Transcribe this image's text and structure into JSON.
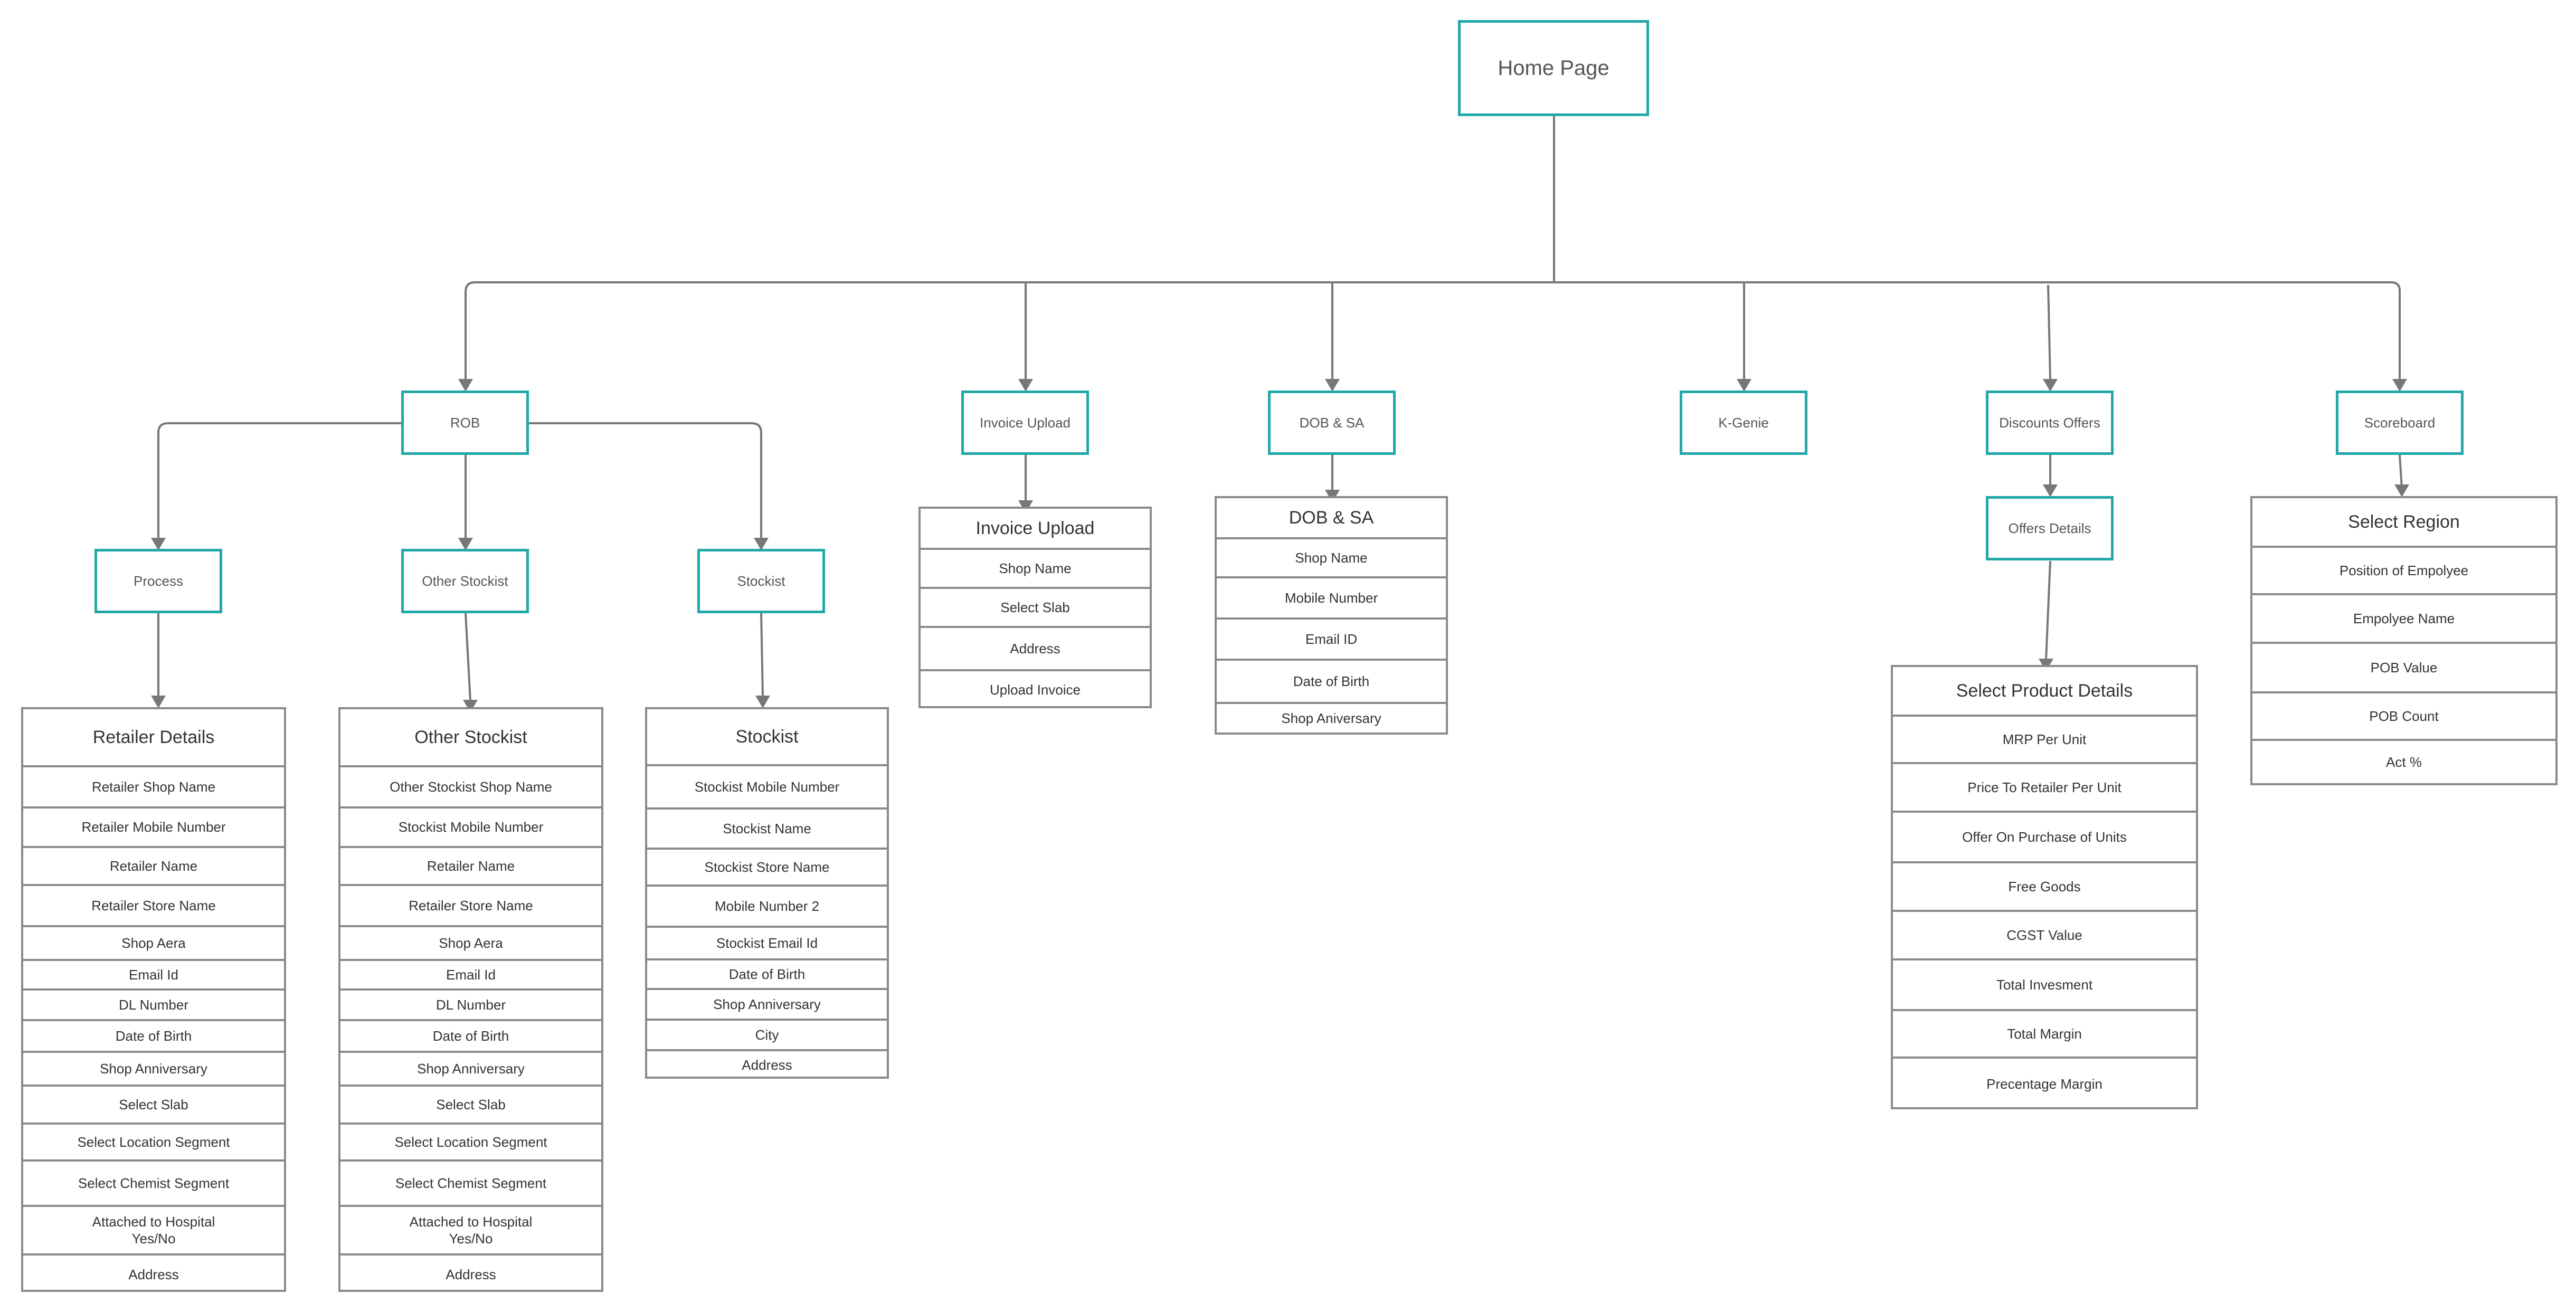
{
  "colors": {
    "node_border": "#22a8a8",
    "table_border": "#8a8a8a",
    "connector": "#777777"
  },
  "nodes": {
    "home": "Home Page",
    "rob": "ROB",
    "invoice_upload": "Invoice Upload",
    "dob_sa": "DOB & SA",
    "k_genie": "K-Genie",
    "discounts_offers": "Discounts Offers",
    "scoreboard": "Scoreboard",
    "process": "Process",
    "other_stockist": "Other Stockist",
    "stockist": "Stockist",
    "offers_details": "Offers Details"
  },
  "tables": {
    "retailer": {
      "title": "Retailer Details",
      "rows": [
        "Retailer Shop Name",
        "Retailer Mobile Number",
        "Retailer Name",
        "Retailer Store Name",
        "Shop Aera",
        "Email Id",
        "DL  Number",
        "Date  of Birth",
        "Shop Anniversary",
        "Select Slab",
        "Select Location Segment",
        "Select Chemist Segment",
        "Attached to Hospital\nYes/No",
        "Address"
      ]
    },
    "other_stockist": {
      "title": "Other Stockist",
      "rows": [
        "Other Stockist Shop Name",
        "Stockist Mobile Number",
        "Retailer Name",
        "Retailer Store Name",
        "Shop Aera",
        "Email Id",
        "DL  Number",
        "Date  of Birth",
        "Shop Anniversary",
        "Select Slab",
        "Select Location Segment",
        "Select Chemist Segment",
        "Attached to Hospital\nYes/No",
        "Address"
      ]
    },
    "stockist": {
      "title": "Stockist",
      "rows": [
        "Stockist Mobile Number",
        "Stockist Name",
        "Stockist Store Name",
        "Mobile Number 2",
        "Stockist Email Id",
        "Date  of Birth",
        "Shop Anniversary",
        "City",
        "Address"
      ]
    },
    "invoice": {
      "title": "Invoice Upload",
      "rows": [
        "Shop Name",
        "Select Slab",
        "Address",
        "Upload Invoice"
      ]
    },
    "dob": {
      "title": "DOB & SA",
      "rows": [
        "Shop Name",
        "Mobile Number",
        "Email ID",
        "Date of Birth",
        "Shop Aniversary"
      ]
    },
    "product": {
      "title": "Select Product Details",
      "rows": [
        "MRP Per Unit",
        "Price To Retailer Per Unit",
        "Offer On Purchase of Units",
        "Free Goods",
        "CGST Value",
        "Total Invesment",
        "Total Margin",
        "Precentage Margin"
      ]
    },
    "region": {
      "title": "Select Region",
      "rows": [
        "Position of Empolyee",
        "Empolyee Name",
        "POB Value",
        "POB Count",
        "Act %"
      ]
    }
  }
}
